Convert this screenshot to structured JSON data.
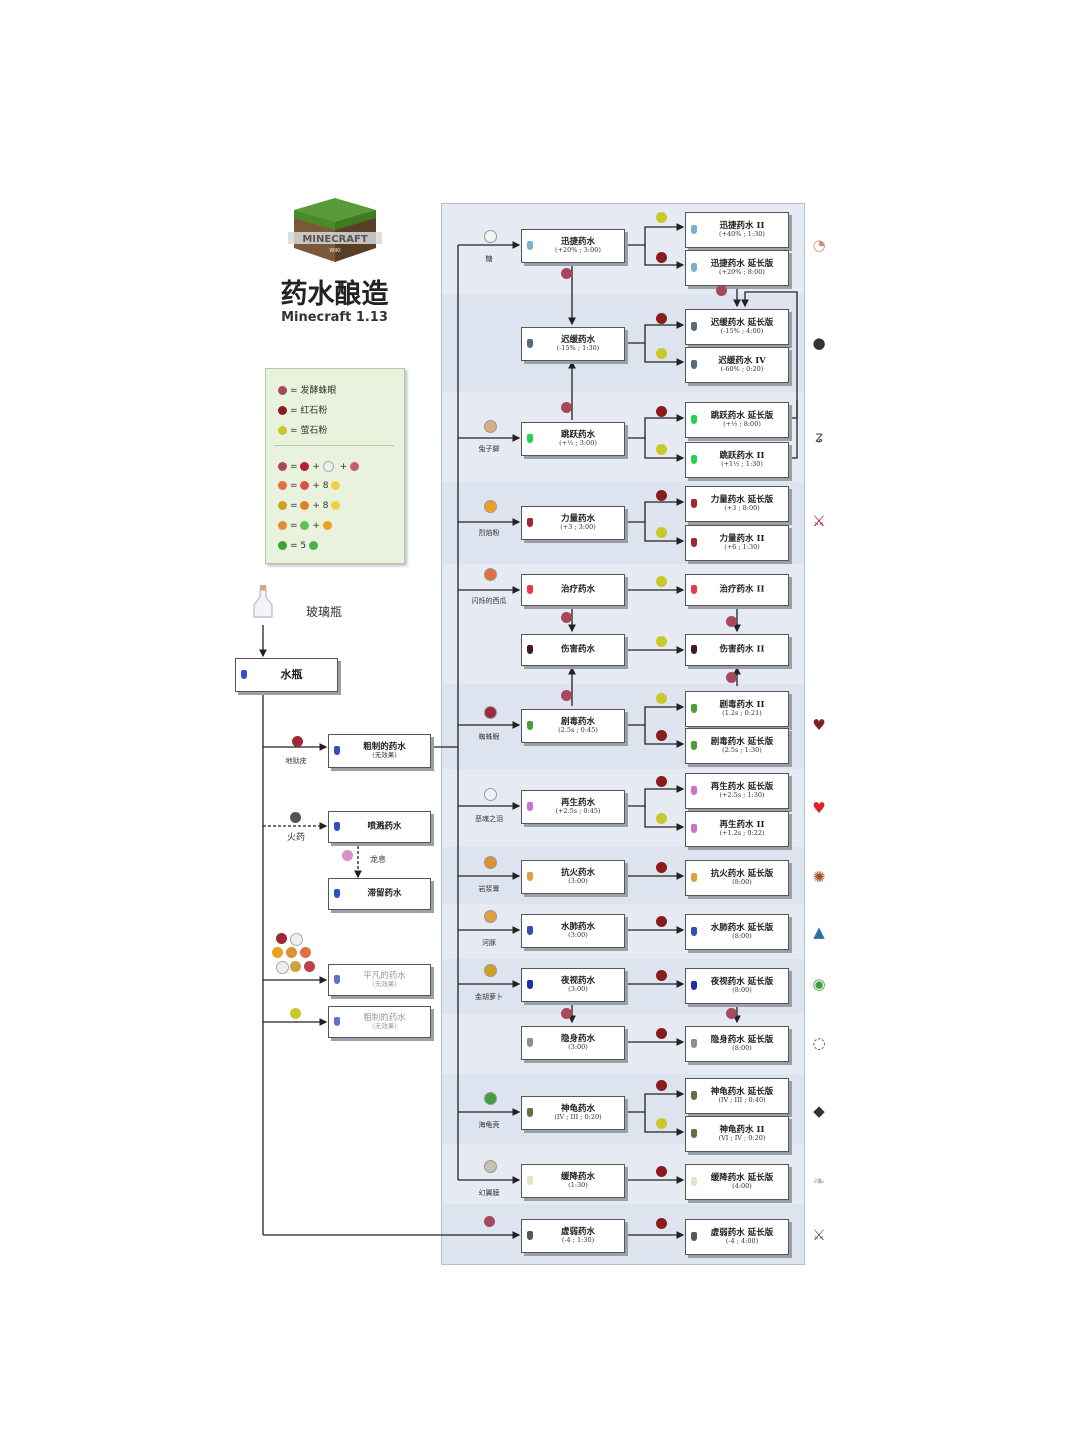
{
  "header": {
    "title": "药水酿造",
    "subtitle": "Minecraft 1.13",
    "logo_text": "MINECRAFT",
    "logo_sub": "WIKI"
  },
  "legend": {
    "items": [
      {
        "text": "= 发酵蛛眼",
        "color": "#a8485c"
      },
      {
        "text": "= 红石粉",
        "color": "#8a1c1c"
      },
      {
        "text": "= 萤石粉",
        "color": "#c8c82a"
      }
    ],
    "recipes": [
      {
        "text": "+",
        "extra": "+"
      },
      {
        "text": "+ 8",
        "extra": ""
      },
      {
        "text": "+ 8",
        "extra": ""
      },
      {
        "text": "+",
        "extra": ""
      },
      {
        "text": "= 5",
        "extra": ""
      }
    ]
  },
  "left": {
    "glass_bottle": "玻璃瓶",
    "water_bottle": "水瓶",
    "nether_wart": "地狱疣",
    "awkward": {
      "name": "粗制的药水",
      "desc": "(无效果)"
    },
    "gunpowder": "火药",
    "splash": "喷溅药水",
    "dragon_breath": "龙息",
    "lingering": "滞留药水",
    "mundane": {
      "name": "平凡的药水",
      "desc": "(无效果)"
    },
    "thick": {
      "name": "粗制的药水",
      "desc": "(无效果)"
    }
  },
  "potions": [
    {
      "key": "swift",
      "name": "迅捷药水",
      "desc": "(+20% ; 3:00)",
      "color": "#7cb0d0",
      "ingredient": "糖"
    },
    {
      "key": "swift2",
      "name": "迅捷药水 II",
      "desc": "(+40% ; 1:30)",
      "color": "#7cb0d0"
    },
    {
      "key": "swiftL",
      "name": "迅捷药水 延长版",
      "desc": "(+20% ; 8:00)",
      "color": "#7cb0d0"
    },
    {
      "key": "slow",
      "name": "迟缓药水",
      "desc": "(-15% ; 1:30)",
      "color": "#5a6a7a"
    },
    {
      "key": "slowL",
      "name": "迟缓药水 延长版",
      "desc": "(-15% ; 4:00)",
      "color": "#5a6a7a"
    },
    {
      "key": "slow4",
      "name": "迟缓药水 IV",
      "desc": "(-60% ; 0:20)",
      "color": "#5a6a7a"
    },
    {
      "key": "leap",
      "name": "跳跃药水",
      "desc": "(+½ ; 3:00)",
      "color": "#28d050",
      "ingredient": "兔子脚"
    },
    {
      "key": "leapL",
      "name": "跳跃药水 延长版",
      "desc": "(+½ ; 8:00)",
      "color": "#28d050"
    },
    {
      "key": "leap2",
      "name": "跳跃药水 II",
      "desc": "(+1½ ; 1:30)",
      "color": "#28d050"
    },
    {
      "key": "str",
      "name": "力量药水",
      "desc": "(+3 ; 3:00)",
      "color": "#a02830",
      "ingredient": "烈焰粉"
    },
    {
      "key": "strL",
      "name": "力量药水 延长版",
      "desc": "(+3 ; 8:00)",
      "color": "#a02830"
    },
    {
      "key": "str2",
      "name": "力量药水 II",
      "desc": "(+6 ; 1:30)",
      "color": "#a02830"
    },
    {
      "key": "heal",
      "name": "治疗药水",
      "desc": "",
      "color": "#e83850",
      "ingredient": "闪烁的西瓜"
    },
    {
      "key": "heal2",
      "name": "治疗药水 II",
      "desc": "",
      "color": "#e83850"
    },
    {
      "key": "harm",
      "name": "伤害药水",
      "desc": "",
      "color": "#401830"
    },
    {
      "key": "harm2",
      "name": "伤害药水 II",
      "desc": "",
      "color": "#401830"
    },
    {
      "key": "pois",
      "name": "剧毒药水",
      "desc": "(2.5s ; 0:45)",
      "color": "#48a030",
      "ingredient": "蜘蛛眼"
    },
    {
      "key": "pois2",
      "name": "剧毒药水 II",
      "desc": "(1.2s ; 0:21)",
      "color": "#48a030"
    },
    {
      "key": "poisL",
      "name": "剧毒药水 延长版",
      "desc": "(2.5s ; 1:30)",
      "color": "#48a030"
    },
    {
      "key": "regen",
      "name": "再生药水",
      "desc": "(+2.5s ; 0:45)",
      "color": "#d070c8",
      "ingredient": "恶魂之泪"
    },
    {
      "key": "regenL",
      "name": "再生药水 延长版",
      "desc": "(+2.5s ; 1:30)",
      "color": "#d070c8"
    },
    {
      "key": "regen2",
      "name": "再生药水 II",
      "desc": "(+1.2s ; 0:22)",
      "color": "#d070c8"
    },
    {
      "key": "fire",
      "name": "抗火药水",
      "desc": "(3:00)",
      "color": "#e0a040",
      "ingredient": "岩浆膏"
    },
    {
      "key": "fireL",
      "name": "抗火药水 延长版",
      "desc": "(8:00)",
      "color": "#e0a040"
    },
    {
      "key": "water",
      "name": "水肺药水",
      "desc": "(3:00)",
      "color": "#3050b0",
      "ingredient": "河豚"
    },
    {
      "key": "waterL",
      "name": "水肺药水 延长版",
      "desc": "(8:00)",
      "color": "#3050b0"
    },
    {
      "key": "night",
      "name": "夜视药水",
      "desc": "(3:00)",
      "color": "#2030a0",
      "ingredient": "金胡萝卜"
    },
    {
      "key": "nightL",
      "name": "夜视药水 延长版",
      "desc": "(8:00)",
      "color": "#2030a0"
    },
    {
      "key": "invis",
      "name": "隐身药水",
      "desc": "(3:00)",
      "color": "#8890a0"
    },
    {
      "key": "invisL",
      "name": "隐身药水 延长版",
      "desc": "(8:00)",
      "color": "#8890a0"
    },
    {
      "key": "turtle",
      "name": "神龟药水",
      "desc": "(IV ; III ; 0:20)",
      "color": "#607040",
      "ingredient": "海龟壳"
    },
    {
      "key": "turtleL",
      "name": "神龟药水 延长版",
      "desc": "(IV ; III ; 0:40)",
      "color": "#607040"
    },
    {
      "key": "turtle2",
      "name": "神龟药水 II",
      "desc": "(VI ; IV ; 0:20)",
      "color": "#607040"
    },
    {
      "key": "fall",
      "name": "缓降药水",
      "desc": "(1:30)",
      "color": "#e8e0c8",
      "ingredient": "幻翼膜"
    },
    {
      "key": "fallL",
      "name": "缓降药水 延长版",
      "desc": "(4:00)",
      "color": "#e8e0c8"
    },
    {
      "key": "weak",
      "name": "虚弱药水",
      "desc": "(-4 ; 1:30)",
      "color": "#505a5a"
    },
    {
      "key": "weakL",
      "name": "虚弱药水 延长版",
      "desc": "(-4 ; 4:00)",
      "color": "#505a5a"
    }
  ],
  "colors": {
    "fermented_eye": "#a8485c",
    "redstone": "#8a1c1c",
    "glowstone": "#c8c82a",
    "panel": "#dde4ef",
    "legend_bg": "#e8f2dc"
  },
  "effect_icons": [
    "ear-icon",
    "slowness-icon",
    "jump-icon",
    "sword-icon",
    "heart-icon",
    "regen-heart-icon",
    "fire-resist-icon",
    "water-icon",
    "eye-icon",
    "invisible-icon",
    "turtle-icon",
    "feather-icon",
    "weakness-icon"
  ]
}
